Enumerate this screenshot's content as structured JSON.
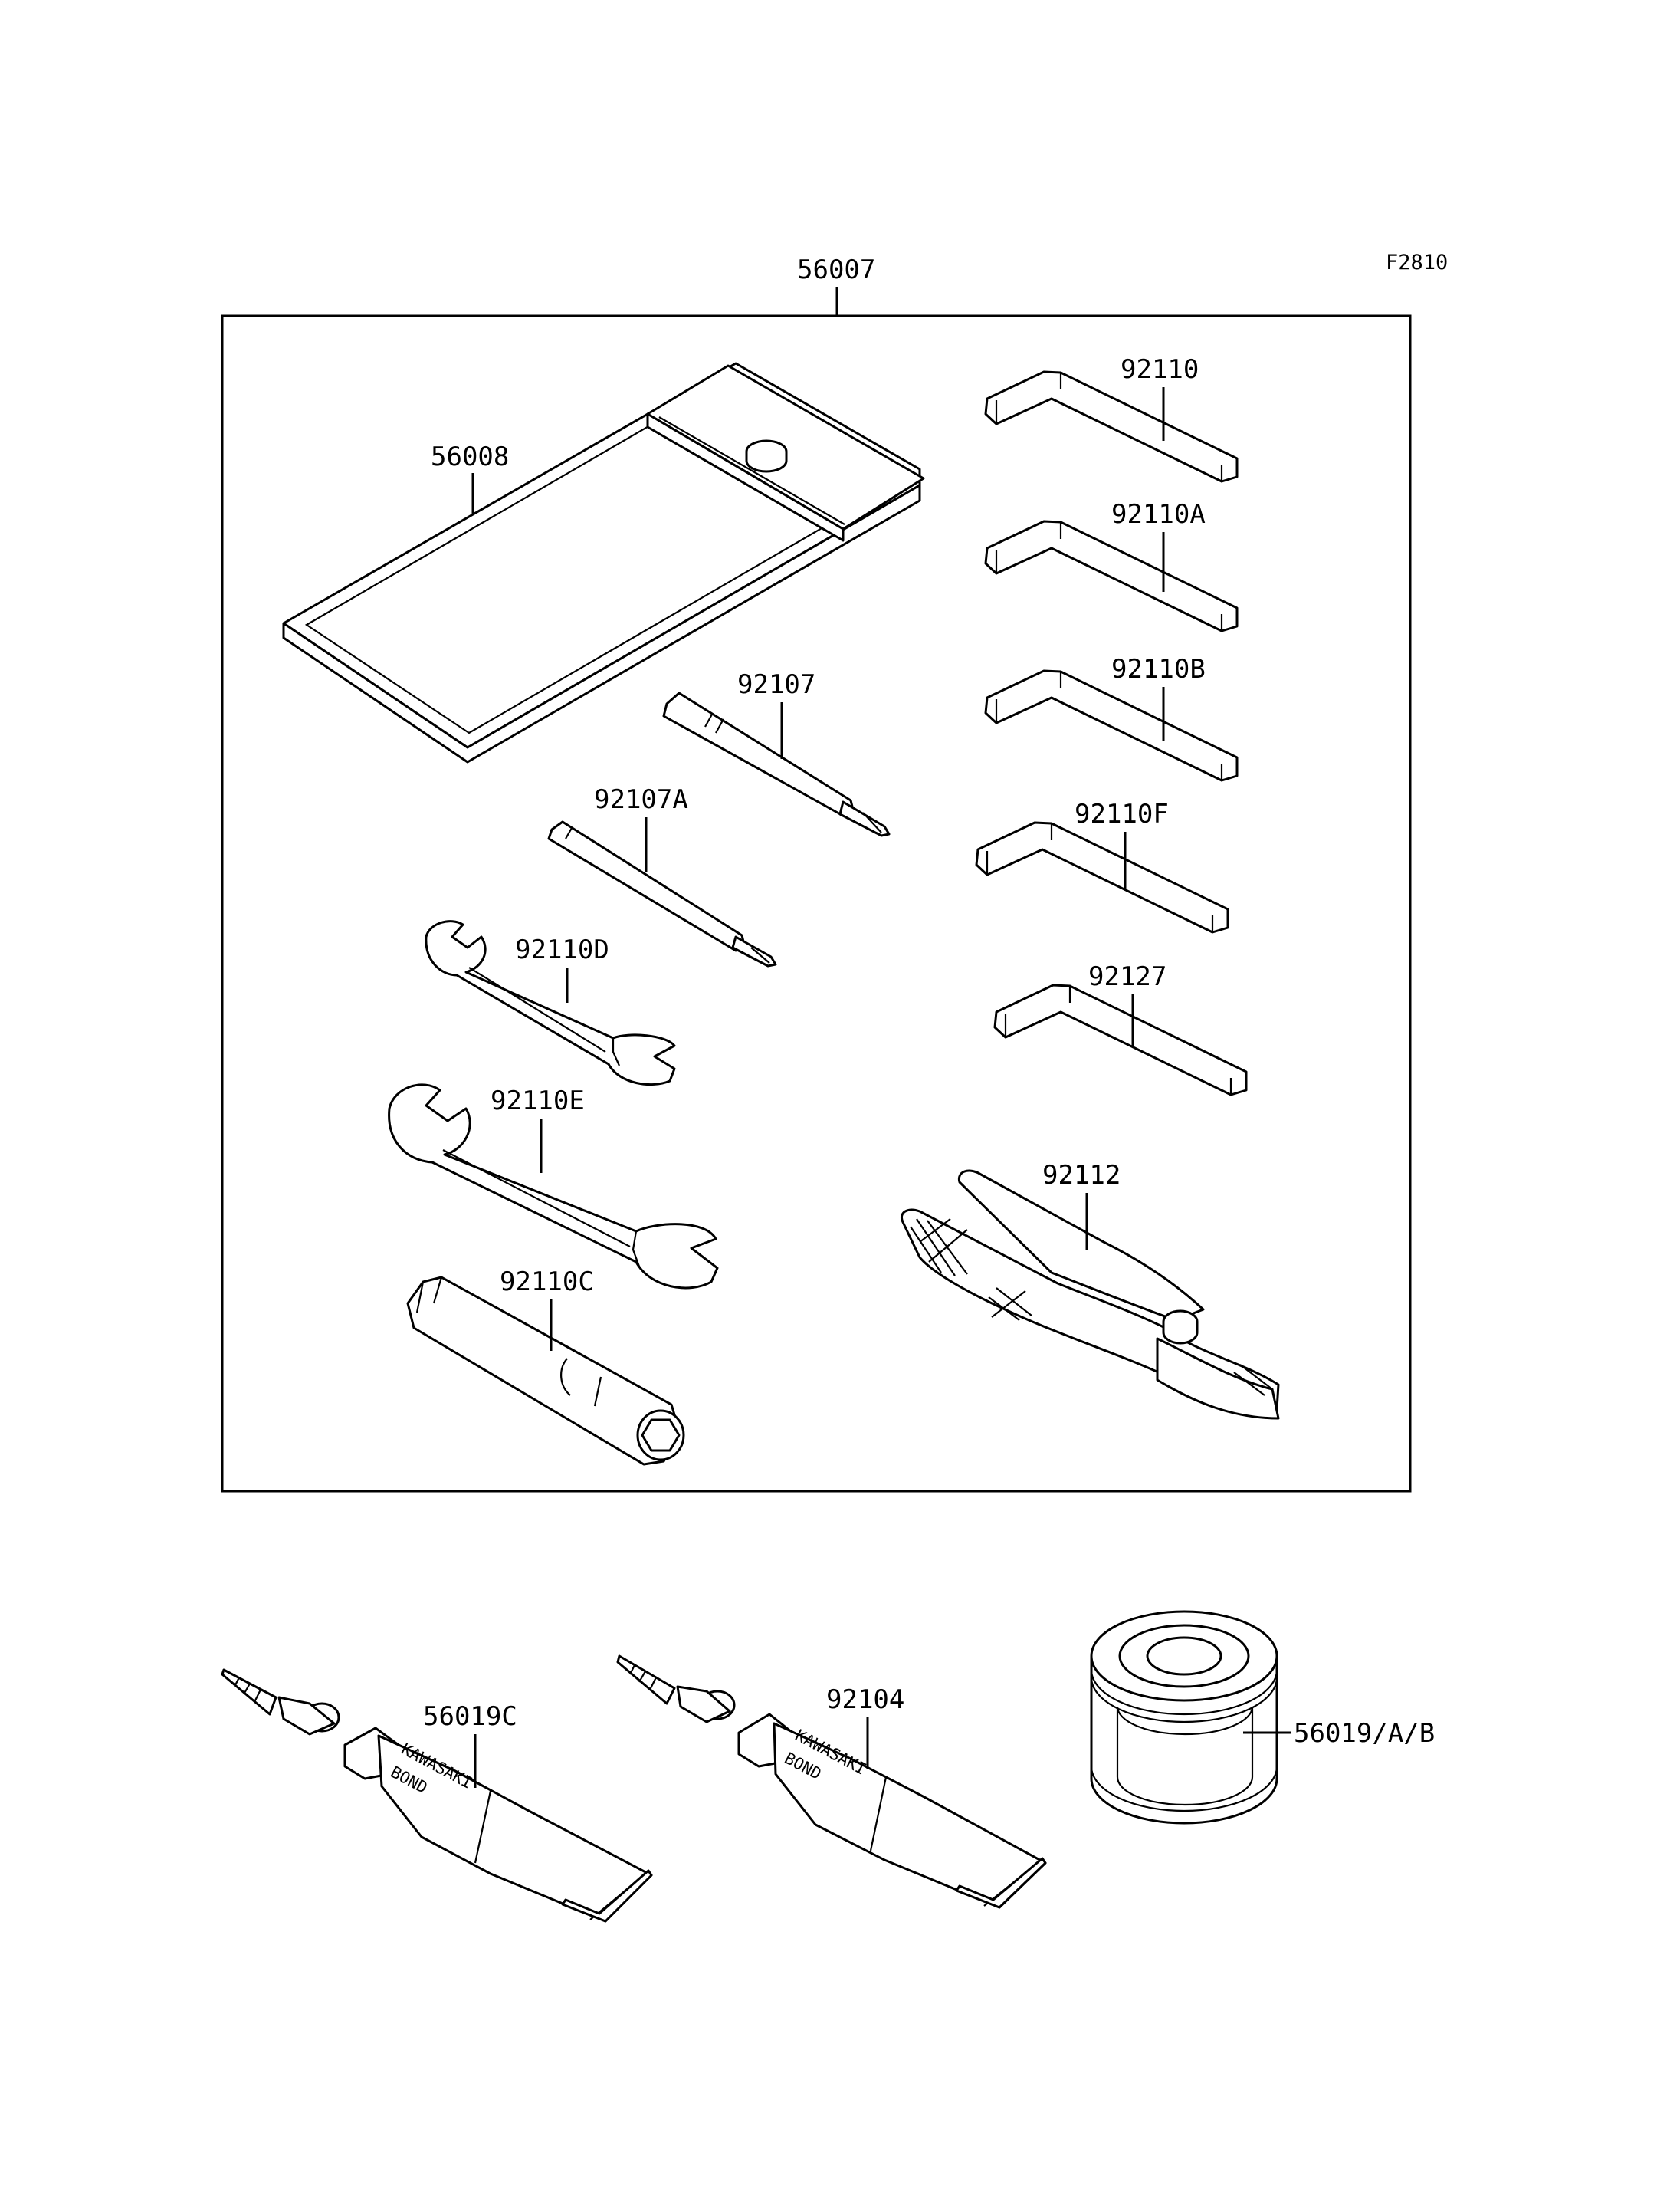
{
  "figure_code": "F2810",
  "tool_kit": {
    "part_number": "56007",
    "items": {
      "tool_case": "56008",
      "hex_wrench_1": "92110",
      "hex_wrench_2": "92110A",
      "hex_wrench_3": "92110B",
      "hex_wrench_4": "92110F",
      "hex_wrench_5": "92127",
      "screwdriver_1": "92107",
      "screwdriver_2": "92107A",
      "open_wrench_small": "92110D",
      "open_wrench_large": "92110E",
      "spark_plug_wrench": "92110C",
      "pliers": "92112"
    }
  },
  "loose_parts": {
    "bond_tube_1": "56019C",
    "bond_tube_2": "92104",
    "oil_filter": "56019/A/B"
  },
  "tube_text": {
    "brand": "KAWASAKI",
    "product": "BOND"
  }
}
